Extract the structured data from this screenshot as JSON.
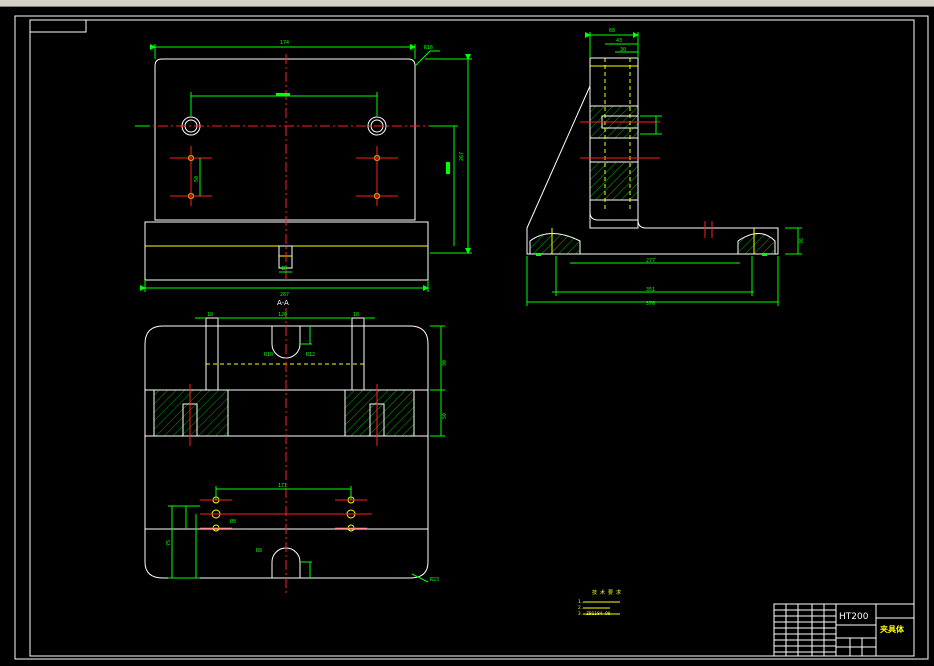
{
  "section_label": "A-A",
  "material": "HT200",
  "title_name": "夹具体",
  "tech_requirements_title": "技 术 要 求",
  "tech_requirements": [
    "1.",
    "2.",
    "3. ZB1184-90"
  ],
  "dims": {
    "top_width": "174",
    "r_corner": "R16",
    "height_267": "267",
    "d50": "50",
    "base_267": "267",
    "base_18": "18",
    "r_top_68": "68",
    "r_top_43": "43",
    "r_top_30": "30",
    "r_277": "277",
    "r_351": "351",
    "r_376": "376",
    "r_36": "36",
    "s_120": "120",
    "s_18": "18",
    "s_90": "90",
    "s_50": "50",
    "s_171": "171",
    "s_75": "75",
    "s_r10": "R10",
    "s_r12": "R12",
    "s_r8": "R8",
    "s_r23": "R23",
    "s_d8": "Ø8"
  },
  "colors": {
    "outline": "#ffffff",
    "dimension": "#00ff00",
    "centerline": "#ff2020",
    "hidden": "#ffff00"
  }
}
